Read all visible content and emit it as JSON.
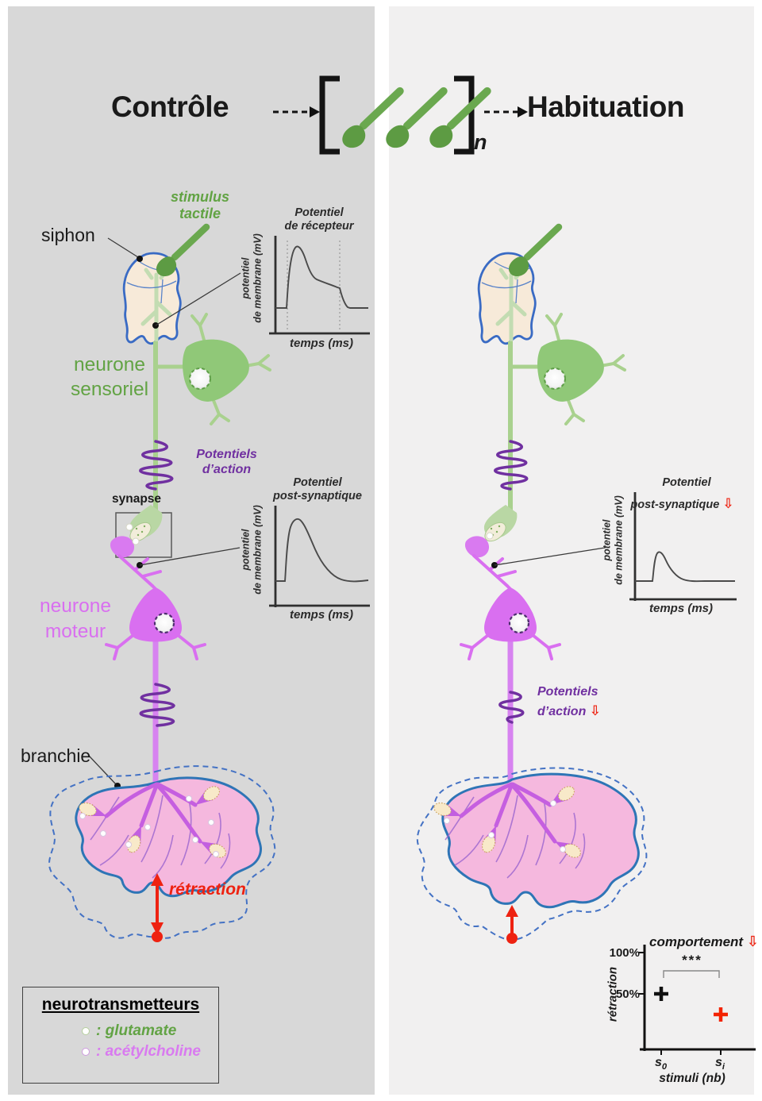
{
  "colors": {
    "left_panel_bg": "#d8d8d8",
    "right_panel_bg": "#f1f0f0",
    "green": "#6aa84f",
    "light_green": "#a9d18e",
    "purple": "#7030a0",
    "magenta": "#d96ff0",
    "gill_pink": "#f5b8de",
    "blue_outline": "#3a6bc4",
    "red": "#ee2211",
    "text_dark": "#1a1a1a"
  },
  "header": {
    "control": "Contrôle",
    "habituation": "Habituation",
    "subscript": "n"
  },
  "left": {
    "stimulus_l1": "stimulus",
    "stimulus_l2": "tactile",
    "siphon": "siphon",
    "sensory_l1": "neurone",
    "sensory_l2": "sensoriel",
    "ap_l1": "Potentiels",
    "ap_l2": "d’action",
    "synapse": "synapse",
    "motor_l1": "neurone",
    "motor_l2": "moteur",
    "gill": "branchie",
    "retraction": "rétraction",
    "receptor_graph": {
      "title_l1": "Potentiel",
      "title_l2": "de récepteur",
      "ylabel_l1": "potentiel",
      "ylabel_l2": "de membrane (mV)",
      "xlabel": "temps (ms)"
    },
    "psp_graph": {
      "title_l1": "Potentiel",
      "title_l2": "post-synaptique",
      "ylabel_l1": "potentiel",
      "ylabel_l2": "de membrane (mV)",
      "xlabel": "temps (ms)"
    }
  },
  "right": {
    "psp_graph": {
      "title_l1": "Potentiel",
      "title_l2": "post-synaptique",
      "decrease_icon": "⇩",
      "ylabel_l1": "potentiel",
      "ylabel_l2": "de membrane (mV)",
      "xlabel": "temps (ms)"
    },
    "ap_l1": "Potentiels",
    "ap_l2": "d’action",
    "ap_decrease_icon": "⇩",
    "behavior_chart": {
      "title": "comportement",
      "decrease_icon": "⇩",
      "ylabel": "rétraction",
      "xlabel": "stimuli (nb)",
      "ytick_top": "100%",
      "ytick_mid": "50%",
      "significance": "***",
      "xtick1_base": "s",
      "xtick1_sub": "0",
      "xtick2_base": "s",
      "xtick2_sub": "i"
    }
  },
  "legend": {
    "title": "neurotransmetteurs",
    "glutamate_label": ": glutamate",
    "acetylcholine_label": ": acétylcholine"
  },
  "chart_data": [
    {
      "type": "line",
      "panel": "Contrôle",
      "title": "Potentiel de récepteur",
      "xlabel": "temps (ms)",
      "ylabel": "potentiel de membrane (mV)",
      "x_rel": [
        0,
        0.13,
        0.2,
        0.3,
        0.42,
        0.68,
        0.74,
        1.0
      ],
      "y_rel": [
        0,
        0,
        1.0,
        0.55,
        0.45,
        0.32,
        0,
        0
      ],
      "stimulus_window_rel": [
        0.13,
        0.68
      ],
      "grid": false
    },
    {
      "type": "line",
      "panel": "Contrôle",
      "title": "Potentiel post-synaptique",
      "xlabel": "temps (ms)",
      "ylabel": "potentiel de membrane (mV)",
      "x_rel": [
        0,
        0.1,
        0.22,
        0.45,
        0.75,
        1.0
      ],
      "y_rel": [
        0,
        0,
        1.0,
        0.45,
        0.08,
        0.02
      ],
      "grid": false
    },
    {
      "type": "line",
      "panel": "Habituation",
      "title": "Potentiel post-synaptique (diminué)",
      "xlabel": "temps (ms)",
      "ylabel": "potentiel de membrane (mV)",
      "x_rel": [
        0,
        0.17,
        0.25,
        0.42,
        0.6,
        1.0
      ],
      "y_rel": [
        0,
        0,
        0.48,
        0.12,
        0.02,
        0
      ],
      "grid": false
    },
    {
      "type": "scatter",
      "panel": "Habituation",
      "title": "comportement (diminué)",
      "xlabel": "stimuli (nb)",
      "ylabel": "rétraction",
      "categories": [
        "s0",
        "si"
      ],
      "values_pct": [
        50,
        30
      ],
      "point_colors": [
        "#111111",
        "#f32300"
      ],
      "yticks": [
        "100%",
        "50%"
      ],
      "ylim_pct": [
        0,
        100
      ],
      "significance": "***",
      "grid": false
    }
  ]
}
